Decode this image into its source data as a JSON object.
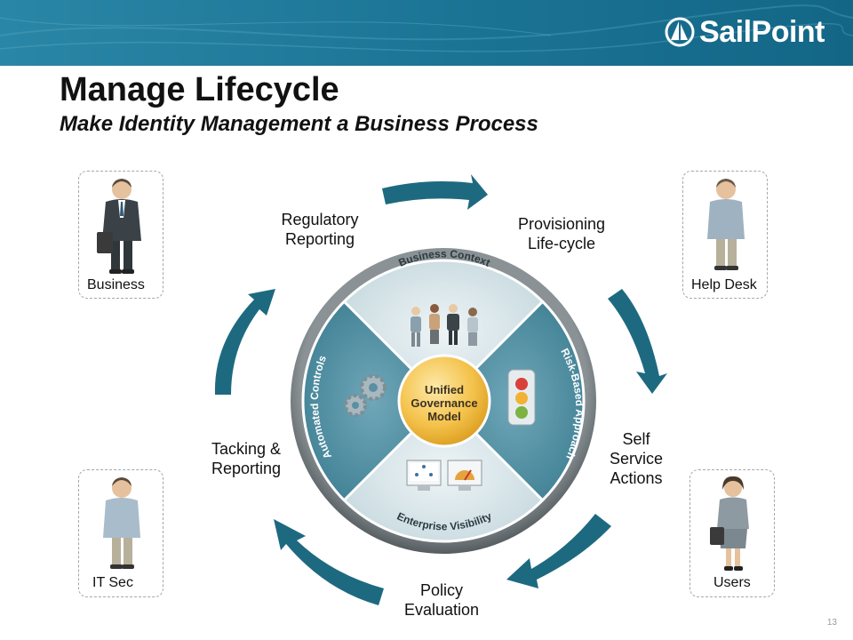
{
  "header": {
    "brand": "SailPoint",
    "title": "Manage Lifecycle",
    "subtitle": "Make Identity Management a Business Process"
  },
  "colors": {
    "banner": "#1b6f8e",
    "arrow": "#1d6a80",
    "center": "#f2c14a",
    "ring": "#6c7478"
  },
  "cycle": {
    "steps": [
      {
        "label": "Regulatory\nReporting"
      },
      {
        "label": "Provisioning\nLife-cycle"
      },
      {
        "label": "Self\nService\nActions"
      },
      {
        "label": "Policy\nEvaluation"
      },
      {
        "label": "Tacking &\nReporting"
      }
    ]
  },
  "wheel": {
    "center": "Unified Governance Model",
    "quadrants": [
      "Business Context",
      "Risk-Based Approach",
      "Enterprise Visibility",
      "Automated Controls"
    ],
    "icons": [
      "people-icon",
      "traffic-light-icon",
      "monitor-icon",
      "gears-icon"
    ]
  },
  "personas": [
    {
      "label": "Business",
      "icon": "businessman-icon"
    },
    {
      "label": "Help Desk",
      "icon": "person-icon"
    },
    {
      "label": "IT Sec",
      "icon": "person-icon"
    },
    {
      "label": "Users",
      "icon": "businesswoman-icon"
    }
  ],
  "footer": {
    "page": "13"
  }
}
